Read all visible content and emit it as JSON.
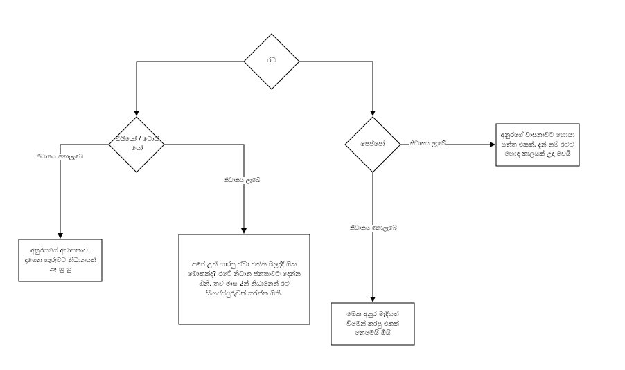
{
  "nodes": {
    "root": "රට",
    "yes_no": "ඩියියෝ / ටොයි යෝ",
    "pepper": "පෙප්පෝ",
    "anura_end": "අනුරයගේ අවාසනාව. දාගෙන හැරුවට නිධානයක් නෑ හු හු",
    "sell_country": "අපේ උන් හාරපු ඒවා එක්ක බලද්දී ඕක මොකක්ද? රටේ නිධාන ජනතාවට දෙන්න ඕනි. තව මාස 2න් නිධානෙන් රට සිංගප්ප්පුරුවක් කරන්න ඕනි.",
    "anura_luck": "අනුරගේ වාසනාවට හොයා ගත්ත එකක්, දැන් නම් රටට හොඳ කාලයක් උදා වෙයි",
    "not_dug": "මේක අනුර මැදිහත් වීමෙන් කරපු එකක් නෙමෙයි ඕයි"
  },
  "edges": {
    "not_found_left": "නිධානය නොලැබේ",
    "found_mid": "නිධානය ලැබේ",
    "found_right": "නිධානය ලැබේ",
    "not_found_bottom": "නිධානය නොලැබේ"
  }
}
